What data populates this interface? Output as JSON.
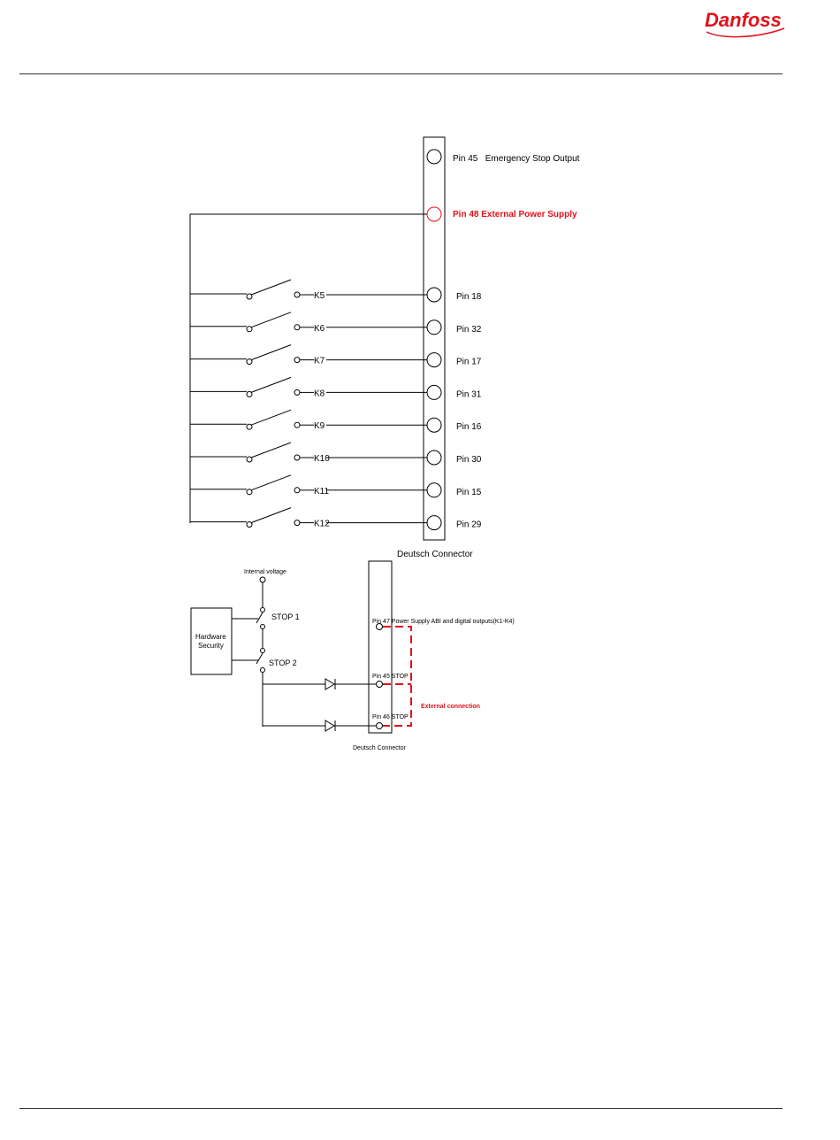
{
  "header": {
    "logo_text": "Danfoss"
  },
  "colors": {
    "ink": "#000000",
    "accent": "#e3101b",
    "rule": "#333333"
  },
  "upper_connector": {
    "label": "Deutsch Connector",
    "top_pins": [
      {
        "label": "Pin 45   Emergency Stop Output",
        "highlight": false
      },
      {
        "label": "Pin 48 External Power Supply",
        "highlight": true
      }
    ],
    "switch_pins": [
      {
        "switch": "K5",
        "pin": "Pin 18"
      },
      {
        "switch": "K6",
        "pin": "Pin 32"
      },
      {
        "switch": "K7",
        "pin": "Pin 17"
      },
      {
        "switch": "K8",
        "pin": "Pin 31"
      },
      {
        "switch": "K9",
        "pin": "Pin 16"
      },
      {
        "switch": "K10",
        "pin": "Pin 30"
      },
      {
        "switch": "K11",
        "pin": "Pin 15"
      },
      {
        "switch": "K12",
        "pin": "Pin 29"
      }
    ]
  },
  "lower_circuit": {
    "internal_voltage": "Internal voltage",
    "hardware_security": [
      "Hardware",
      "Security"
    ],
    "stop1": "STOP 1",
    "stop2": "STOP 2",
    "pins": [
      {
        "label": "Pin 47 Power Supply ABI and digital outputs(K1-K4)"
      },
      {
        "label": "Pin 45 STOP"
      },
      {
        "label": "Pin 46 STOP"
      }
    ],
    "external_connection": "External connection",
    "connector_label": "Deutsch Connector"
  }
}
